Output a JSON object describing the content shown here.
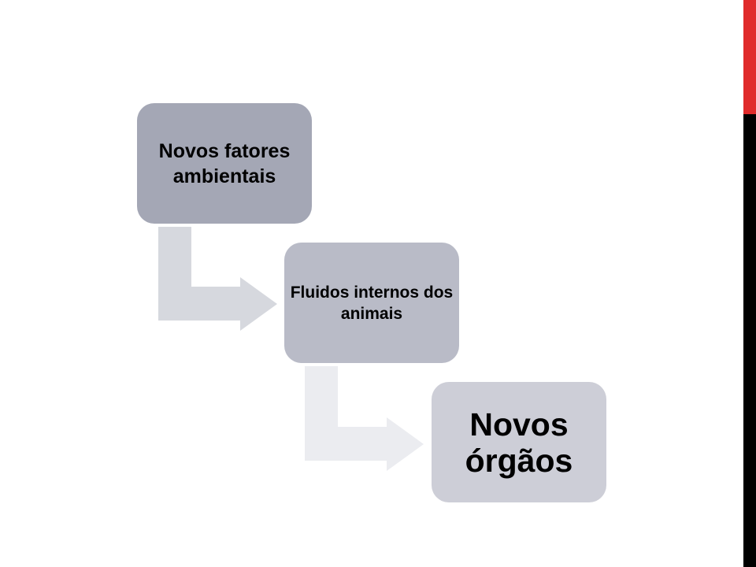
{
  "diagram": {
    "steps": [
      {
        "label": "Novos fatores ambientais",
        "fill": "#a4a7b5"
      },
      {
        "label": "Fluidos internos dos animais",
        "fill": "#b9bbc7"
      },
      {
        "label": "Novos órgãos",
        "fill": "#cdced7"
      }
    ],
    "connector_colors": [
      "#d6d8de",
      "#ebecf0"
    ]
  },
  "decoration": {
    "bar_top_color": "#e02b2b",
    "bar_bottom_color": "#000000"
  }
}
